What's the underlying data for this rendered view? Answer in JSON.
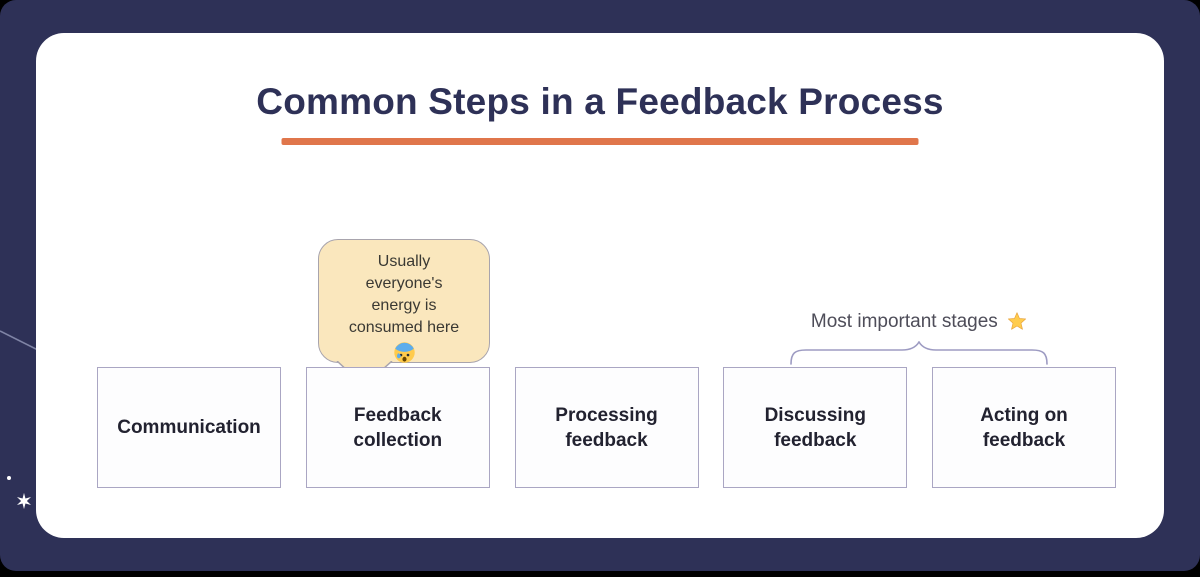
{
  "page": {
    "title": "Common Steps in a Feedback Process"
  },
  "callout": {
    "lines": [
      "Usually",
      "everyone's",
      "energy is",
      "consumed here"
    ],
    "emoji": "anxious-face-with-sweat"
  },
  "annotation": {
    "label": "Most important stages",
    "emoji": "star"
  },
  "steps": [
    {
      "label": "Communication"
    },
    {
      "label": "Feedback collection"
    },
    {
      "label": "Processing feedback"
    },
    {
      "label": "Discussing feedback"
    },
    {
      "label": "Acting on feedback"
    }
  ],
  "colors": {
    "background": "#2E3157",
    "card": "#FFFFFF",
    "accent": "#E0764B",
    "title": "#2E3157",
    "box_fill": "#FDFDFE",
    "box_border": "#AAA6C3",
    "box_text": "#222230",
    "callout_fill": "#FAE7BD",
    "callout_border": "#A8A4AD",
    "callout_text": "#3A3933",
    "brace": "#9D9BC2",
    "annotation_text": "#4E4D59"
  }
}
